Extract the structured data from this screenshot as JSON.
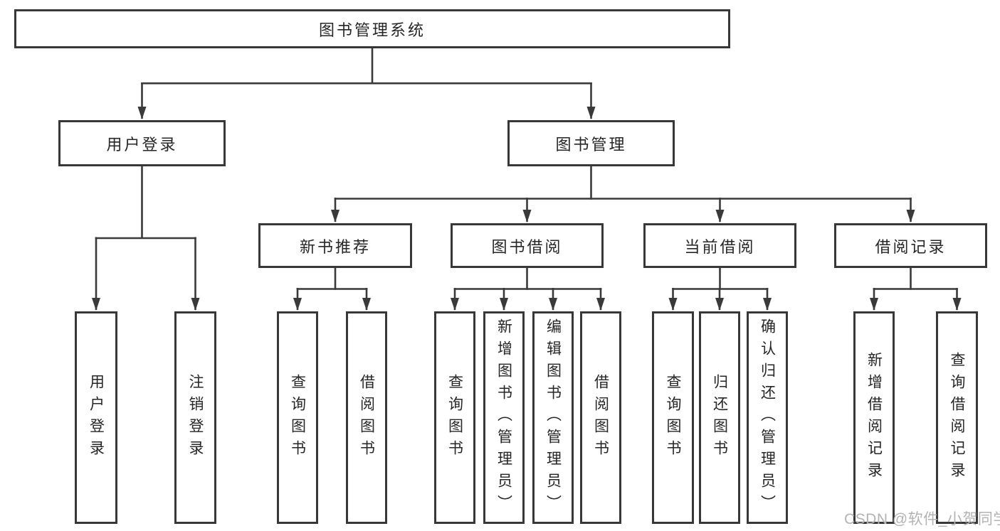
{
  "title": "图书管理系统",
  "colors": {
    "line": "#3a3a3a",
    "box_border": "#383838",
    "box_background": "#ffffff",
    "text": "#262626",
    "watermark": "#b3b3b3"
  },
  "nodes": {
    "root": "图书管理系统",
    "user_login": "用户登录",
    "book_management": "图书管理",
    "new_book_recommend": "新书推荐",
    "book_borrowing": "图书借阅",
    "current_borrowing": "当前借阅",
    "borrow_records": "借阅记录",
    "leaf_user_login": "用户登录",
    "leaf_logout": "注销登录",
    "leaf_query_books_a": "查询图书",
    "leaf_borrow_books_a": "借阅图书",
    "leaf_query_books_b": "查询图书",
    "leaf_add_book_admin": "新增图书（管理员）",
    "leaf_edit_book_admin": "编辑图书（管理员）",
    "leaf_borrow_books_b": "借阅图书",
    "leaf_query_books_c": "查询图书",
    "leaf_return_book": "归还图书",
    "leaf_confirm_return_admin": "确认归还（管理员）",
    "leaf_add_borrow_record": "新增借阅记录",
    "leaf_query_borrow_record": "查询借阅记录"
  },
  "watermark": "CSDN @软件_小贺同学"
}
